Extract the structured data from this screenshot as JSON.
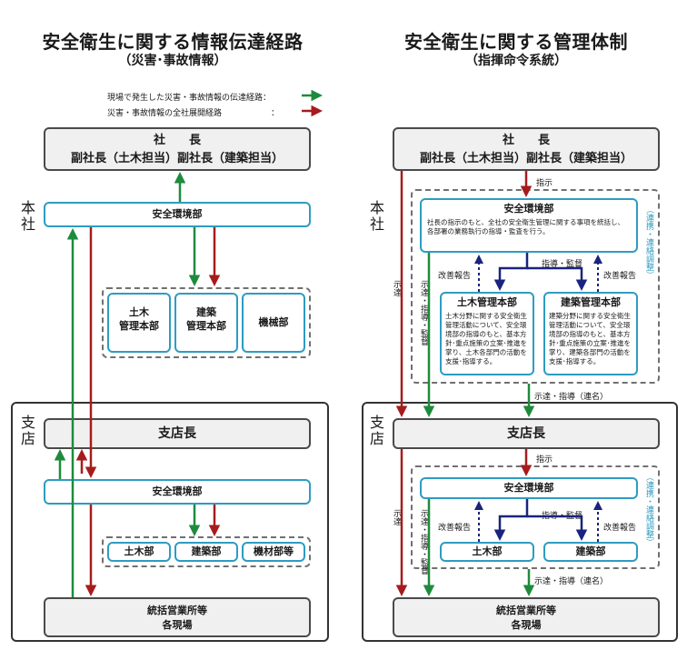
{
  "left": {
    "title": "安全衛生に関する情報伝達経路",
    "subtitle": "（災害･事故情報）",
    "legend": {
      "green_text": "現場で発生した災害・事故情報の伝達経路：",
      "red_text": "災害・事故情報の全社展開経路　　　　　　："
    },
    "top": {
      "line1": "社　　長",
      "line2": "副社長（土木担当）副社長（建築担当）"
    },
    "honsha": "本社",
    "env_dept": "安全環境部",
    "depts": [
      "土木\n管理本部",
      "建築\n管理本部",
      "機械部"
    ],
    "shiten": "支店",
    "shitencho": "支店長",
    "branch_env": "安全環境部",
    "branch_depts": [
      "土木部",
      "建築部",
      "機材部等"
    ],
    "sites": "統括営業所等\n各現場"
  },
  "right": {
    "title": "安全衛生に関する管理体制",
    "subtitle": "（指揮命令系統）",
    "top": {
      "line1": "社　　長",
      "line2": "副社長（土木担当）副社長（建築担当）"
    },
    "honsha": "本社",
    "shiji1": "指示",
    "env_dept": "安全環境部",
    "env_desc": "社長の指示のもと、全社の安全衛生管理に関する事項を統括し、各部署の業務執行の指導・監査を行う。",
    "renkei": "（連携・連絡調整）",
    "shido_kansa": "指導・監督",
    "kaizen_l": "改善報告",
    "kaizen_r": "改善報告",
    "civil": "土木管理本部",
    "civil_desc": "土木分野に関する安全衛生管理活動について、安全環境部の指導のもと、基本方針･重点施策の立案･推進を掌り、土木各部門の活動を支援･指導する。",
    "arch": "建築管理本部",
    "arch_desc": "建築分野に関する安全衛生管理活動について、安全環境部の指導のもと、基本方針･重点施策の立案･推進を掌り、建築各部門の活動を支援･指導する。",
    "jitatsu1": "示達",
    "jitatsu_shido1": "示達・指導・監督",
    "jitatsu_rennmei1": "示達・指導（連名）",
    "shiten": "支店",
    "shitencho": "支店長",
    "shiji2": "指示",
    "branch_env": "安全環境部",
    "renkei2": "（連携・連絡調整）",
    "shido_kansa2": "指導・監督",
    "kaizen_l2": "改善報告",
    "kaizen_r2": "改善報告",
    "civil2": "土木部",
    "arch2": "建築部",
    "jitatsu2": "示達",
    "jitatsu_shido2": "示達・指導・監督",
    "jitatsu_rennmei2": "示達・指導（連名）",
    "sites": "統括営業所等\n各現場"
  },
  "colors": {
    "green": "#1e8a3c",
    "red": "#a61c1c",
    "blue": "#2e9cc0",
    "navy": "#1a237e"
  }
}
